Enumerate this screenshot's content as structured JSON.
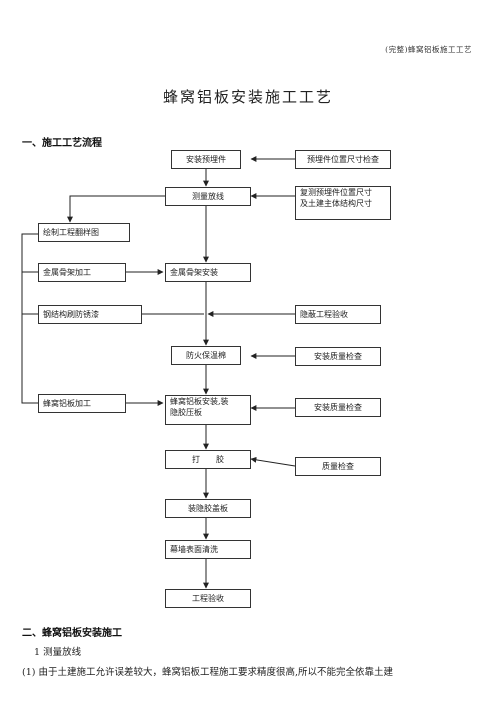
{
  "header": {
    "doc_tag": "(完整)蜂窝铝板施工工艺"
  },
  "title": "蜂窝铝板安装施工工艺",
  "section1": "一、施工工艺流程",
  "flow": {
    "install_embedded": "安装预埋件",
    "check_embedded_size": "预埋件位置尺寸检查",
    "survey_setout": "测量放线",
    "recheck_line1": "复测预埋件位置尺寸",
    "recheck_line2": "及土建主体结构尺寸",
    "draw_drawing": "绘制工程翻样图",
    "metal_frame_process": "金属骨架加工",
    "metal_frame_install": "金属骨架安装",
    "steel_antirust": "钢结构刷防锈漆",
    "concealed_acceptance": "隐蔽工程验收",
    "fire_insulation": "防火保温棉",
    "quality_check_1": "安装质量检查",
    "honeycomb_process": "蜂窝铝板加工",
    "honeycomb_install_line1": "蜂窝铝板安装,装",
    "honeycomb_install_line2": "隐胶压板",
    "quality_check_2": "安装质量检查",
    "glue": "打　　胶",
    "quality_check_3": "质量检查",
    "cover_plate": "装隐胶盖板",
    "curtain_clean": "幕墙表面清洗",
    "acceptance": "工程验收"
  },
  "section2": "二、蜂窝铝板安装施工",
  "item1": "1  测量放线",
  "item1_text": "(1)  由于土建施工允许误差较大，蜂窝铝板工程施工要求精度很高,所以不能完全依靠土建"
}
